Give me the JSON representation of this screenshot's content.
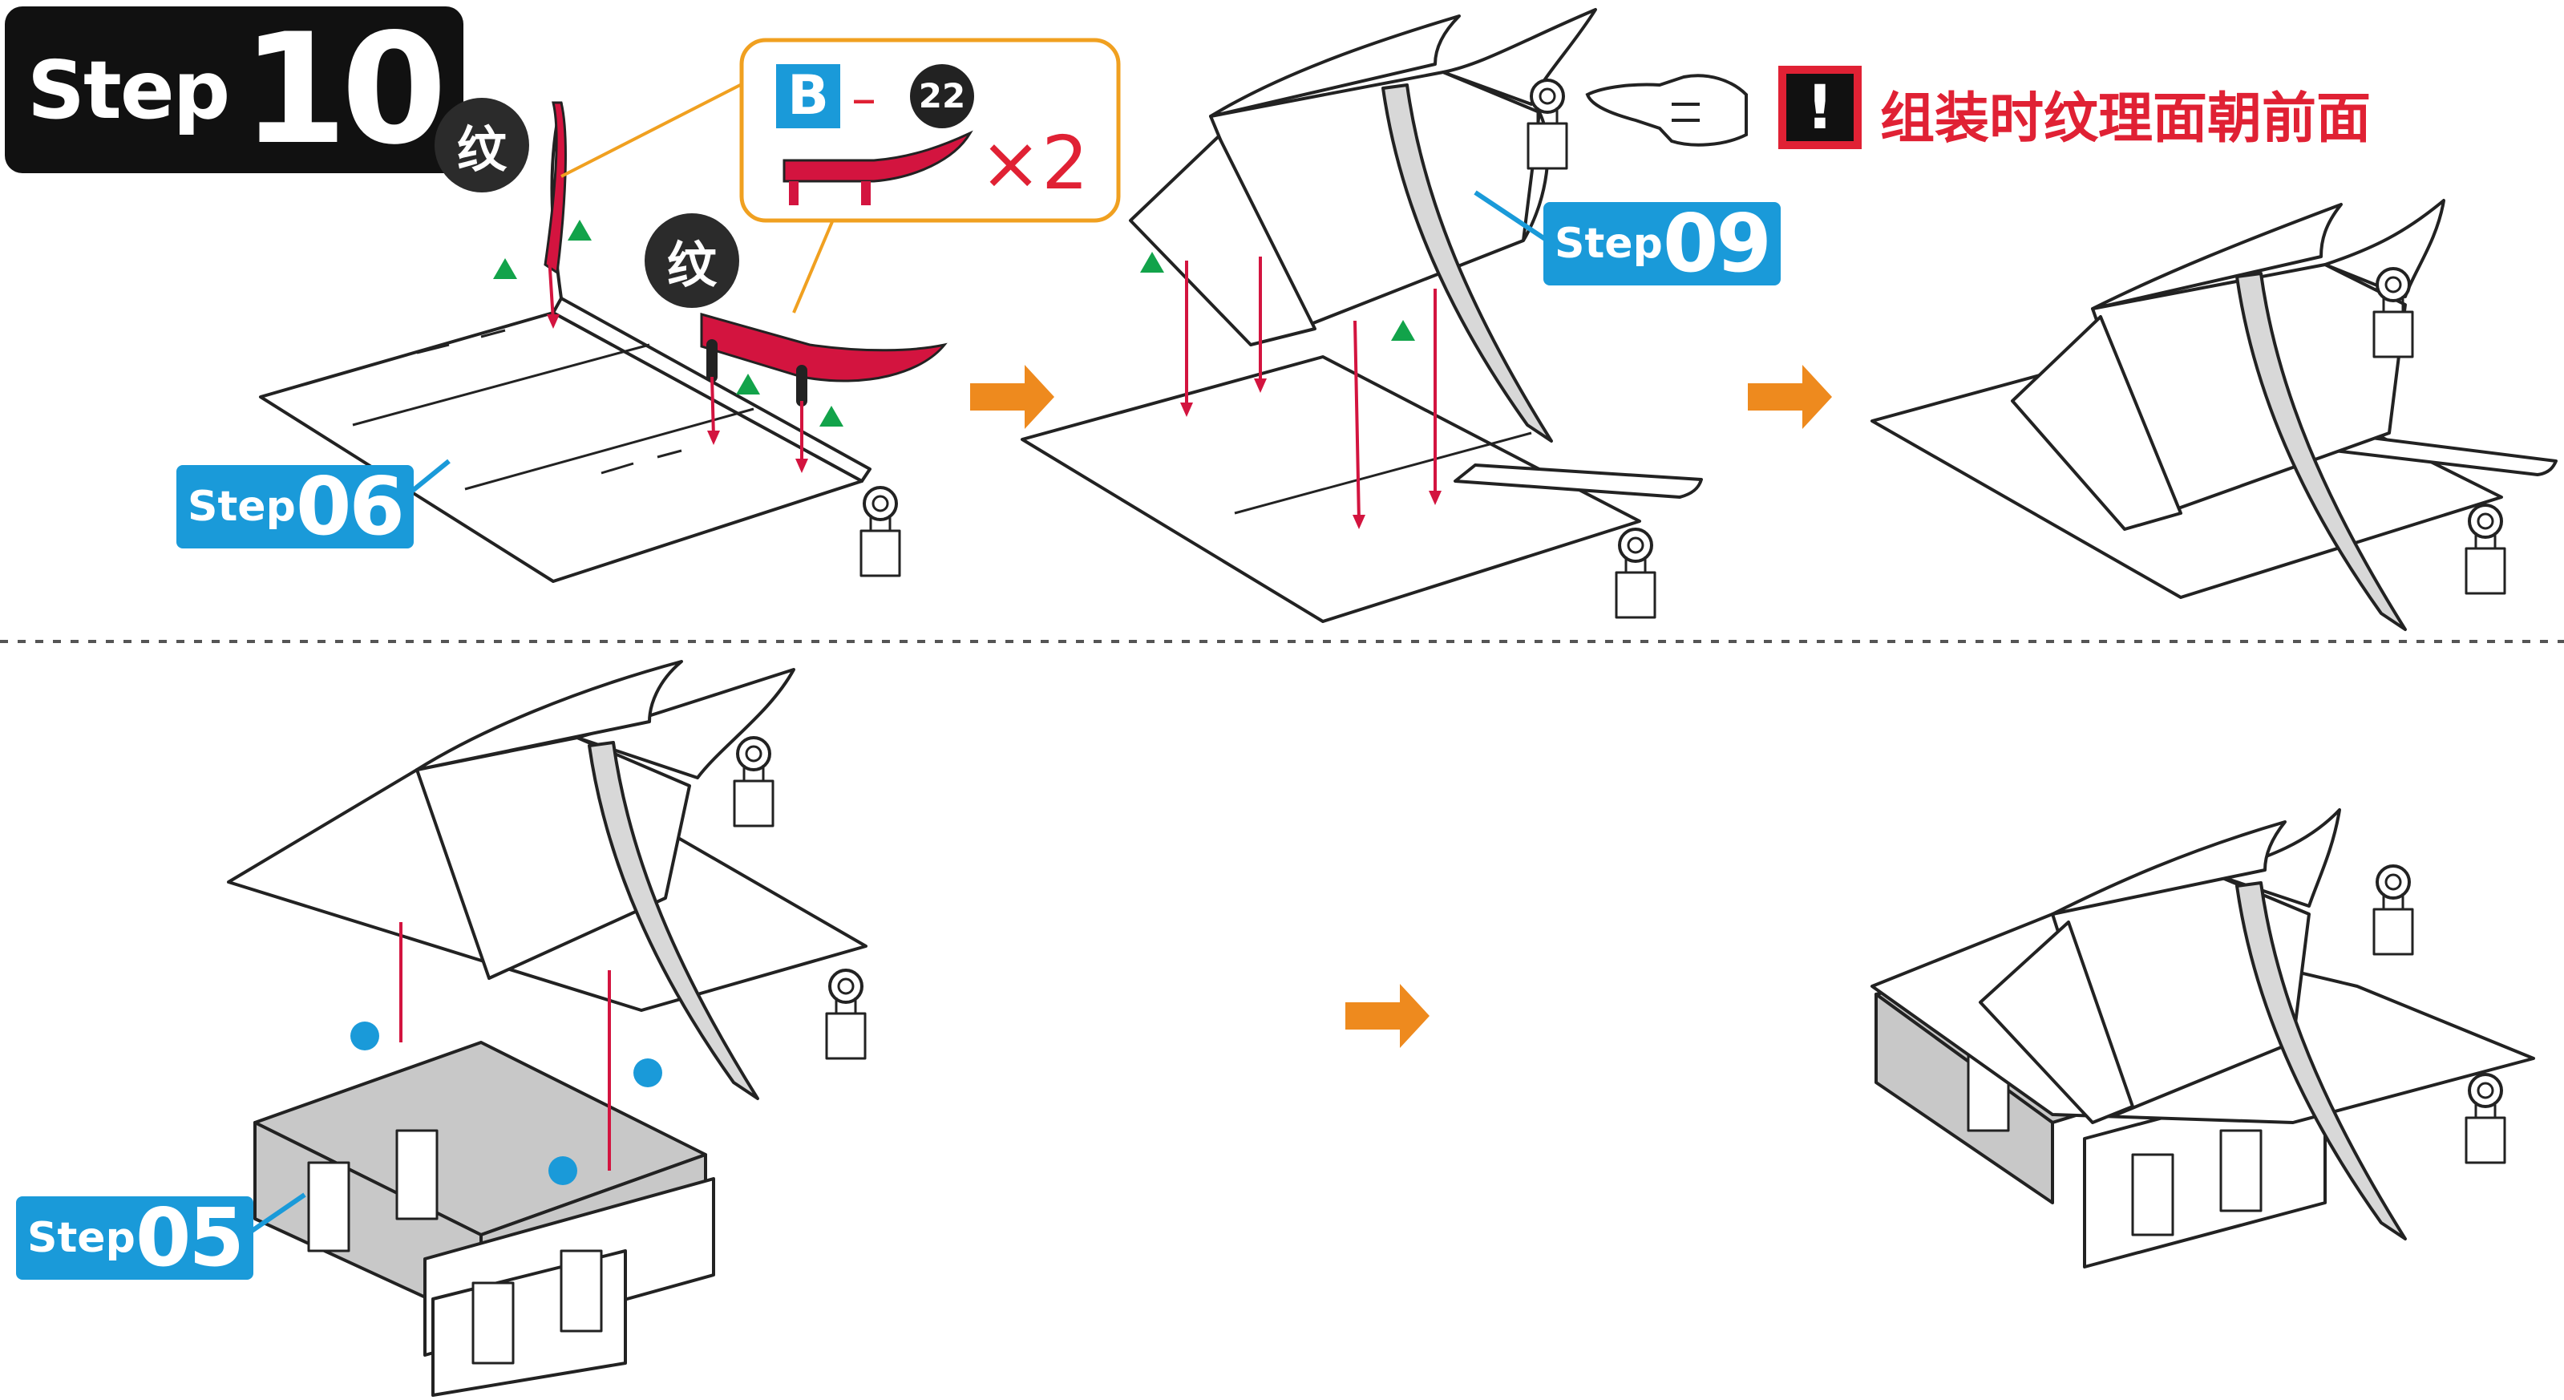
{
  "header": {
    "step_word": "Step",
    "step_number": "10"
  },
  "part_callout": {
    "sheet_letter": "B",
    "dash": "–",
    "part_number": "22",
    "quantity": "×2"
  },
  "texture_badges": [
    "纹",
    "纹"
  ],
  "notice": {
    "text": "组装时纹理面朝前面",
    "warning_glyph": "!"
  },
  "step_refs": [
    {
      "word": "Step",
      "number": "06"
    },
    {
      "word": "Step",
      "number": "09"
    },
    {
      "word": "Step",
      "number": "05"
    }
  ],
  "colors": {
    "red_part": "#d3143f",
    "ref_blue": "#1a9ad9",
    "arrow_orange": "#ee8a1e",
    "triangle_green": "#12a34a",
    "dot_blue": "#1a9ad9",
    "callout_border": "#f0a020",
    "notice_red": "#e02134",
    "dark": "#111111"
  },
  "icons": [
    "pointing-hand-icon",
    "warning-icon",
    "process-arrow-icon",
    "alignment-triangle-icon",
    "alignment-dot-icon"
  ]
}
